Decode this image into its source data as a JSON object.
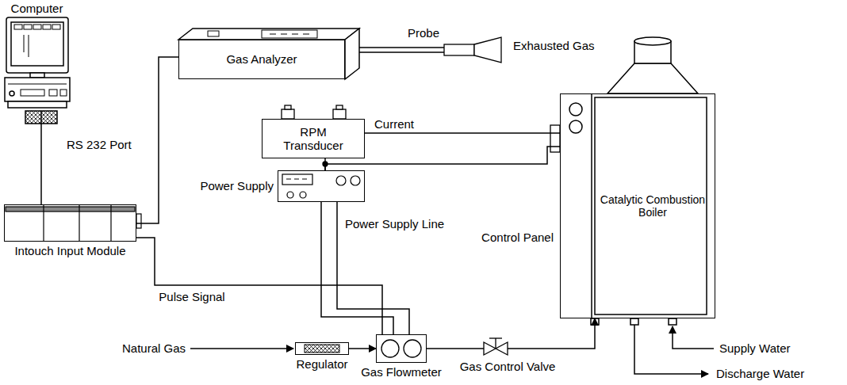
{
  "diagram": {
    "nodes": [
      {
        "text": [
          "Computer"
        ]
      },
      {
        "text": [
          "Gas Analyzer"
        ]
      },
      {
        "text": [
          "RPM Transducer"
        ]
      },
      {
        "text": [
          "Power Supply"
        ]
      },
      {
        "text": [
          "Catalytic Combustion Boiler"
        ]
      },
      {
        "text": [
          "Intouch Input Module"
        ]
      },
      {
        "text": [
          "Regulator"
        ]
      },
      {
        "text": [
          "Gas Flowmeter"
        ]
      },
      {
        "text": [
          "Gas Control Valve"
        ]
      }
    ],
    "edges": [
      {
        "from": 0,
        "to": 5,
        "arrow": "none"
      },
      {
        "from": 1,
        "to": 5,
        "arrow": "none"
      },
      {
        "from": 2,
        "to": 3,
        "arrow": "none"
      },
      {
        "from": 2,
        "to": 4,
        "label": "Current",
        "arrow": "none"
      },
      {
        "from": 3,
        "to": 4,
        "arrow": "none"
      },
      {
        "from": 5,
        "to": 7,
        "label": "Pulse Signal",
        "arrow": "none"
      },
      {
        "from": 3,
        "to": 7,
        "label": "Power Supply Line",
        "arrow": "none"
      },
      {
        "from": 6,
        "to": 7,
        "arrow": "to"
      },
      {
        "from": 7,
        "to": 8,
        "arrow": "none"
      },
      {
        "from": 8,
        "to": 4,
        "arrow": "to"
      }
    ],
    "labels": [
      "RS 232 Port",
      "Probe",
      "Exhausted Gas",
      "Control Panel",
      "Natural Gas",
      "Supply Water",
      "Discharge Water"
    ]
  }
}
